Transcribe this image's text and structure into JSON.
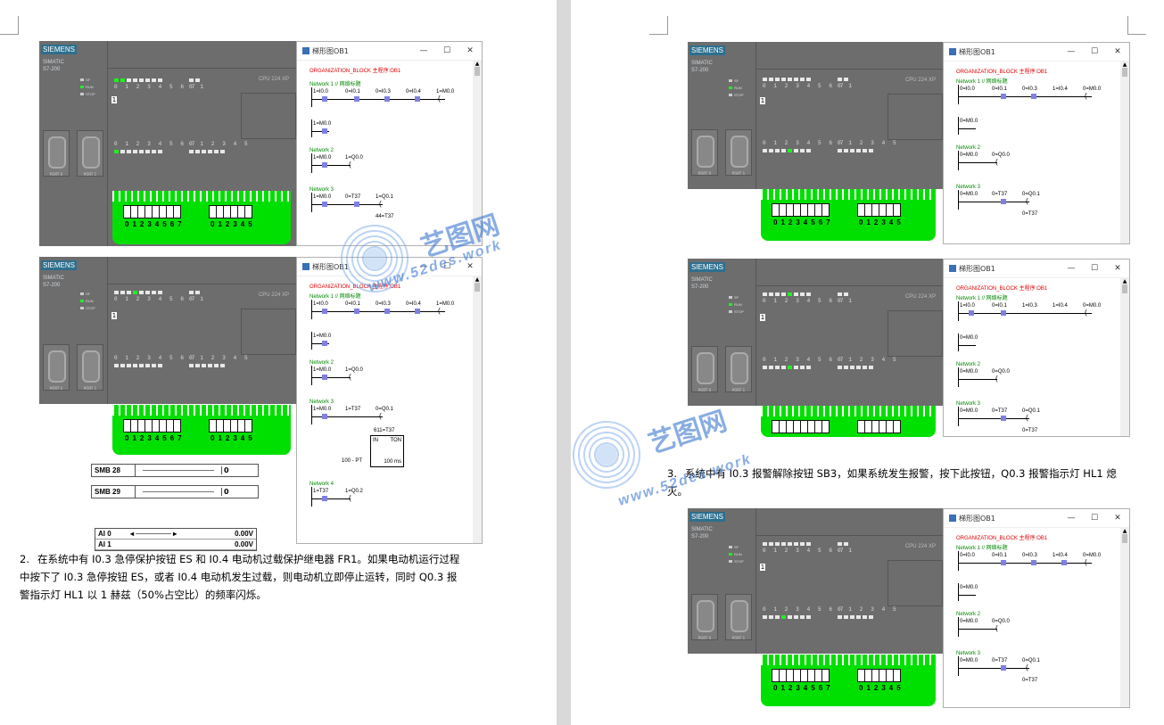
{
  "doc": {
    "paragraph_2": {
      "number": "2.",
      "text": "在系统中有 I0.3 急停保护按钮 ES 和 I0.4 电动机过载保护继电器 FR1。如果电动机运行过程中按下了 I0.3 急停按钮 ES，或者 I0.4 电动机发生过载，则电动机立即停止运转，同时 Q0.3 报警指示灯 HL1 以 1 赫兹（50%占空比）的频率闪烁。"
    },
    "paragraph_3": {
      "number": "3.",
      "text": "系统中有 I0.3 报警解除按钮 SB3，如果系统发生报警，按下此按钮，Q0.3 报警指示灯 HL1 熄灭。"
    }
  },
  "watermark": {
    "brand": "艺图网",
    "url": "www.52des.work"
  },
  "plc": {
    "brand": "SIEMENS",
    "model_line1": "SIMATIC",
    "model_line2": "S7-200",
    "cpu": "CPU 224 XP",
    "modes": [
      "SF",
      "RUN",
      "STOP"
    ],
    "out_leds_label": "0 1 2 3 4 5 6 7",
    "out_leds_label_b": "0 1",
    "in_leds_label": "0 1 2 3 4 5 6 7",
    "in_leds_label_b": "0 1 2 3 4 5",
    "digit": "1",
    "port0": "PORT 0",
    "port1": "PORT 1",
    "terminal_a": "01234567",
    "terminal_b": "012345"
  },
  "ladder": {
    "window_title": "梯形图OB1",
    "ctl_min": "—",
    "ctl_max": "☐",
    "ctl_close": "✕",
    "org": "ORGANIZATION_BLOCK 主程序:OB1",
    "network1": "Network 1 // 网络标题",
    "network2": "Network 2",
    "network3": "Network 3",
    "network4": "Network 4",
    "sim1": {
      "n1": [
        "1=I0.0",
        "0=I0.1",
        "0=I0.3",
        "0=I0.4",
        "1=M0.0"
      ],
      "n1b": "1=M0.0",
      "n2": [
        "1=M0.0",
        "1=Q0.0"
      ],
      "n3": [
        "1=M0.0",
        "0=T37",
        "1=Q0.1"
      ],
      "n3b": "44=T37"
    },
    "sim2": {
      "n1": [
        "1=I0.0",
        "0=I0.1",
        "0=I0.3",
        "0=I0.4",
        "1=M0.0"
      ],
      "n1b": "1=M0.0",
      "n2": [
        "1=M0.0",
        "1=Q0.0"
      ],
      "n3": [
        "1=M0.0",
        "1=T37",
        "0=Q0.1"
      ],
      "timer_val": "611=T37",
      "timer_in": "IN",
      "timer_ton": "TON",
      "timer_pt": "100 - PT",
      "timer_ms": "100 ms",
      "n4": [
        "1=T37",
        "1=Q0.2"
      ]
    },
    "sim3": {
      "n1": [
        "0=I0.0",
        "0=I0.1",
        "0=I0.3",
        "1=I0.4",
        "0=M0.0"
      ],
      "n1b": "0=M0.0",
      "n2": [
        "0=M0.0",
        "0=Q0.0"
      ],
      "n3": [
        "0=M0.0",
        "0=T37",
        "0=Q0.1"
      ],
      "n3b": "0=T37"
    },
    "sim4": {
      "n1": [
        "1=I0.0",
        "0=I0.1",
        "1=I0.3",
        "1=I0.4",
        "0=M0.0"
      ],
      "n1b": "0=M0.0",
      "n2": [
        "0=M0.0",
        "0=Q0.0"
      ],
      "n3": [
        "0=M0.0",
        "0=T37",
        "0=Q0.1"
      ],
      "n3b": "0=T37"
    },
    "sim5": {
      "n1": [
        "0=I0.0",
        "0=I0.1",
        "0=I0.3",
        "1=I0.4",
        "0=M0.0"
      ],
      "n1b": "0=M0.0",
      "n2": [
        "0=M0.0",
        "0=Q0.0"
      ],
      "n3": [
        "0=M0.0",
        "0=T37",
        "0=Q0.1"
      ],
      "n3b": "0=T37"
    }
  },
  "analog": {
    "smb28": "SMB 28",
    "smb29": "SMB 29",
    "smb_val": "0",
    "ai0": "AI 0",
    "ai0_val": "0.00V",
    "ai1": "AI 1",
    "ai1_val": "0.00V"
  },
  "colors": {
    "plc_gray": "#6d6d6d",
    "led_green": "#22ee22",
    "terminal_green": "#00e000",
    "siemens_blue": "#2e6f8e",
    "org_red": "#e00000",
    "net_green": "#008800"
  }
}
